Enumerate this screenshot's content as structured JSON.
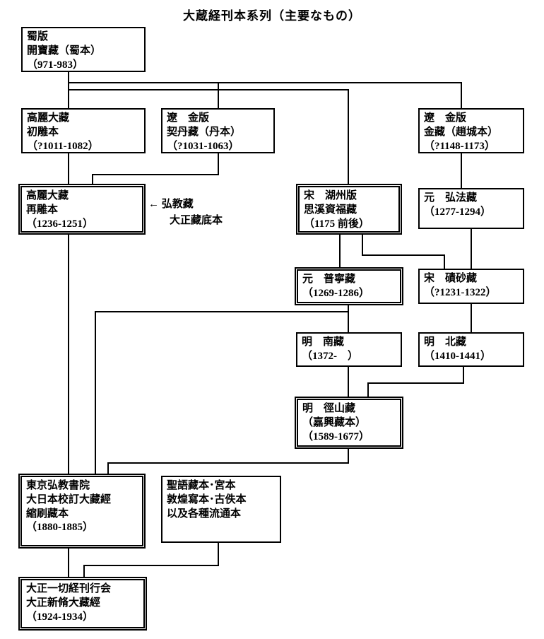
{
  "title": "大蔵経刊本系列（主要なもの）",
  "annotation": {
    "line1": "← 弘教藏",
    "line2": "大正藏底本"
  },
  "boxes": {
    "shuban_kaibao": {
      "lines": [
        "蜀版",
        "開寶藏（蜀本）",
        "（971-983）"
      ]
    },
    "koryo_chodiao": {
      "lines": [
        "高麗大藏",
        "初雕本",
        "（?1011-1082）"
      ]
    },
    "liao_khitan": {
      "lines": [
        "遼　金版",
        "契丹藏（丹本）",
        "（?1031-1063）"
      ]
    },
    "liao_jinzang": {
      "lines": [
        "遼　金版",
        "金藏（趙城本）",
        "（?1148-1173）"
      ]
    },
    "koryo_zaidiao": {
      "lines": [
        "高麗大藏",
        "再雕本",
        "（1236-1251）"
      ]
    },
    "song_sixi": {
      "lines": [
        "宋　湖州版",
        "思溪資福藏",
        "（1175 前後）"
      ]
    },
    "yuan_hongfa": {
      "lines": [
        "元　弘法藏",
        "（1277-1294）"
      ]
    },
    "yuan_puning": {
      "lines": [
        "元　普寧藏",
        "（1269-1286）"
      ]
    },
    "song_qisha": {
      "lines": [
        "宋　磧砂藏",
        "（?1231-1322）"
      ]
    },
    "ming_nanzang": {
      "lines": [
        "明　南藏",
        "（1372-　）"
      ]
    },
    "ming_beizang": {
      "lines": [
        "明　北藏",
        "（1410-1441）"
      ]
    },
    "ming_jingshan": {
      "lines": [
        "明　徑山藏",
        "（嘉興藏本）",
        "（1589-1677）"
      ]
    },
    "shukusatsu": {
      "lines": [
        "東京弘教書院",
        "大日本校訂大藏經",
        "縮刷藏本",
        "（1880-1885）"
      ]
    },
    "shogozo": {
      "lines": [
        "聖語藏本･宮本",
        "敦煌寫本･古佚本",
        "以及各種流通本"
      ]
    },
    "taisho": {
      "lines": [
        "大正一切経刊行会",
        "大正新脩大藏經",
        "（1924-1934）"
      ]
    }
  }
}
